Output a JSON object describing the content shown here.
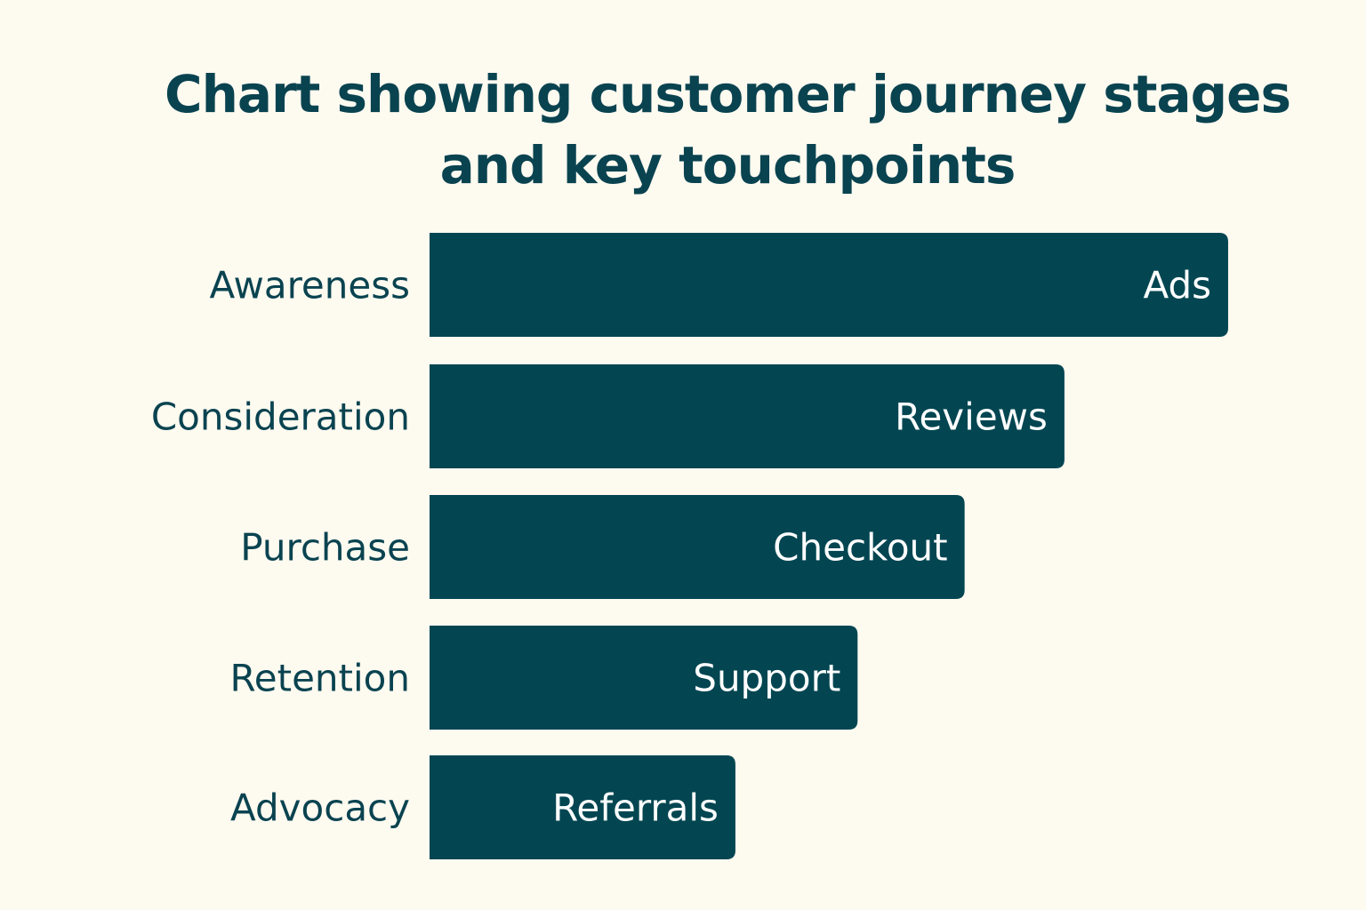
{
  "chart_data": {
    "type": "bar",
    "orientation": "horizontal",
    "title": "Chart showing customer journey stages and key touchpoints",
    "title_lines": [
      "Chart showing customer journey stages",
      "and key touchpoints"
    ],
    "categories": [
      "Awareness",
      "Consideration",
      "Purchase",
      "Retention",
      "Advocacy"
    ],
    "bar_labels": [
      "Ads",
      "Reviews",
      "Checkout",
      "Support",
      "Referrals"
    ],
    "values": [
      100,
      79.5,
      67,
      53.6,
      38.3
    ],
    "xlim": [
      0,
      100
    ],
    "xlabel": "",
    "ylabel": "",
    "grid": false,
    "colors": {
      "bar": "#034652",
      "background": "#fdfaf0",
      "text": "#0a4350",
      "bar_text": "#ffffff"
    }
  }
}
